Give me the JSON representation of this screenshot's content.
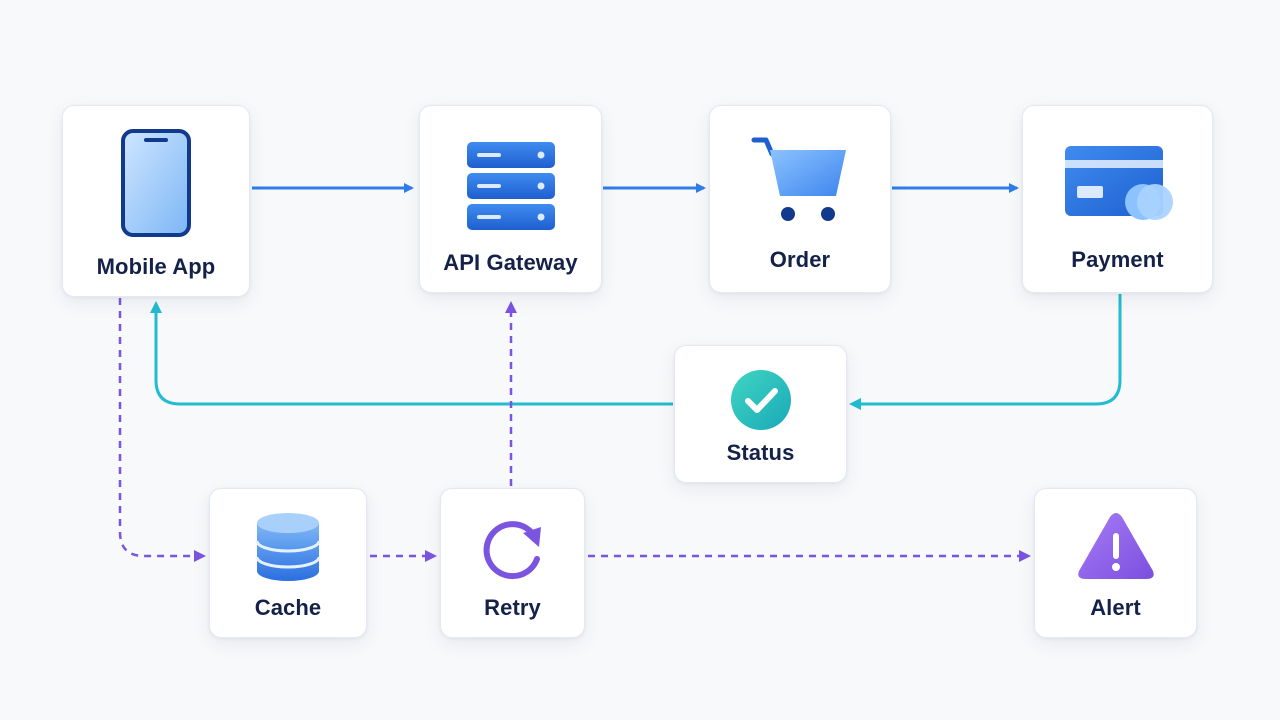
{
  "colors": {
    "primary_flow": "#2f7de8",
    "return_flow": "#22bcd0",
    "fallback_flow": "#7b55e0",
    "label": "#14224a"
  },
  "nodes": {
    "mobile_app": {
      "label": "Mobile App",
      "icon": "mobile-phone-icon"
    },
    "api_gateway": {
      "label": "API Gateway",
      "icon": "server-stack-icon"
    },
    "order": {
      "label": "Order",
      "icon": "shopping-cart-icon"
    },
    "payment": {
      "label": "Payment",
      "icon": "credit-card-icon"
    },
    "status": {
      "label": "Status",
      "icon": "check-circle-icon"
    },
    "cache": {
      "label": "Cache",
      "icon": "database-icon"
    },
    "retry": {
      "label": "Retry",
      "icon": "refresh-icon"
    },
    "alert": {
      "label": "Alert",
      "icon": "warning-icon"
    }
  },
  "edges": [
    {
      "from": "mobile_app",
      "to": "api_gateway",
      "style": "solid"
    },
    {
      "from": "api_gateway",
      "to": "order",
      "style": "solid"
    },
    {
      "from": "order",
      "to": "payment",
      "style": "solid"
    },
    {
      "from": "payment",
      "to": "status",
      "style": "solid"
    },
    {
      "from": "status",
      "to": "mobile_app",
      "style": "solid"
    },
    {
      "from": "mobile_app",
      "to": "cache",
      "style": "dashed"
    },
    {
      "from": "cache",
      "to": "retry",
      "style": "dashed"
    },
    {
      "from": "retry",
      "to": "api_gateway",
      "style": "dashed"
    },
    {
      "from": "retry",
      "to": "alert",
      "style": "dashed"
    }
  ]
}
